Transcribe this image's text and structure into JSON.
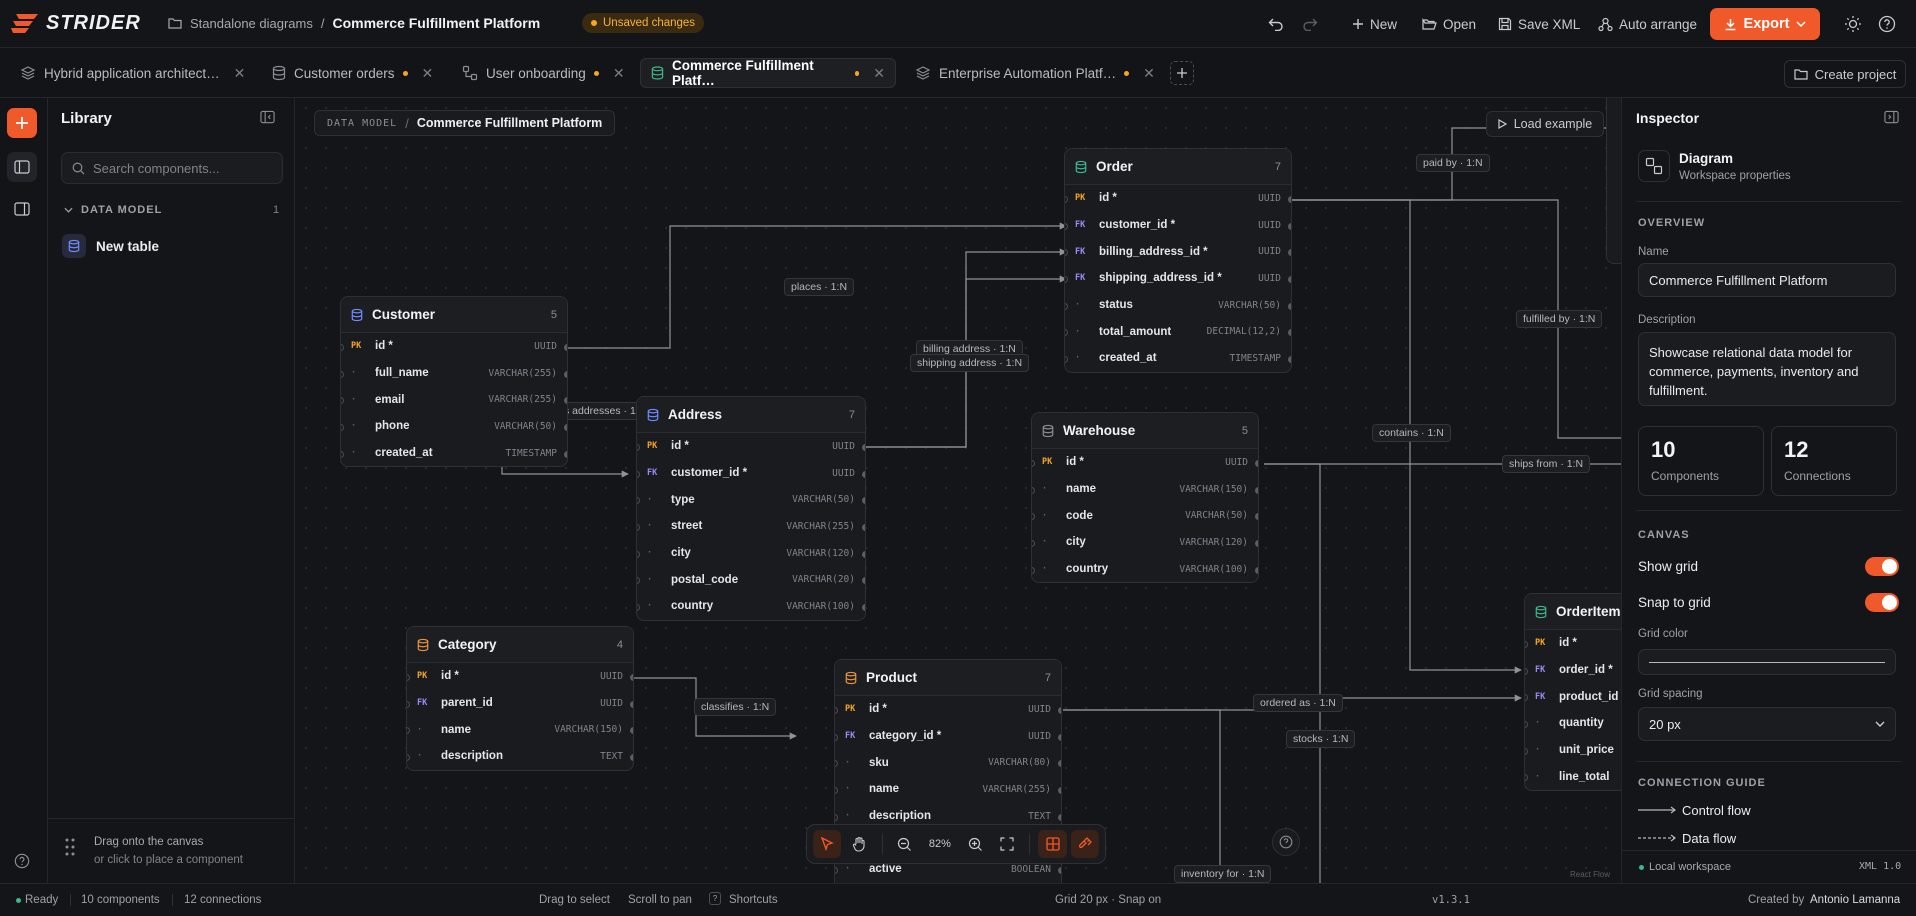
{
  "app": {
    "brand": "STRIDER",
    "breadcrumb_root": "Standalone diagrams",
    "breadcrumb_sep": "/",
    "project": "Commerce Fulfillment Platform",
    "unsaved": "Unsaved changes"
  },
  "toolbar": {
    "new": "New",
    "open": "Open",
    "save": "Save XML",
    "auto": "Auto arrange",
    "export": "Export"
  },
  "tabs": [
    {
      "label": "Hybrid application architect…"
    },
    {
      "label": "Customer orders"
    },
    {
      "label": "User onboarding"
    },
    {
      "label": "Commerce Fulfillment Platf…"
    },
    {
      "label": "Enterprise Automation Platf…"
    }
  ],
  "create_project": "Create project",
  "library": {
    "title": "Library",
    "search_placeholder": "Search components...",
    "section": "DATA MODEL",
    "section_count": "1",
    "item": "New table",
    "hint1": "Drag onto the canvas",
    "hint2": "or click to place a component"
  },
  "canvas": {
    "crumb_section": "DATA MODEL",
    "crumb_sep": "/",
    "crumb_title": "Commerce Fulfillment Platform",
    "load_example": "Load example",
    "zoom": "82%",
    "watermark": "React Flow"
  },
  "tables": {
    "customer": {
      "title": "Customer",
      "count": "5",
      "rows": [
        {
          "k": "PK",
          "f": "id *",
          "t": "UUID"
        },
        {
          "k": "·",
          "f": "full_name",
          "t": "VARCHAR(255)"
        },
        {
          "k": "·",
          "f": "email",
          "t": "VARCHAR(255)"
        },
        {
          "k": "·",
          "f": "phone",
          "t": "VARCHAR(50)"
        },
        {
          "k": "·",
          "f": "created_at",
          "t": "TIMESTAMP"
        }
      ]
    },
    "address": {
      "title": "Address",
      "count": "7",
      "rows": [
        {
          "k": "PK",
          "f": "id *",
          "t": "UUID"
        },
        {
          "k": "FK",
          "f": "customer_id *",
          "t": "UUID"
        },
        {
          "k": "·",
          "f": "type",
          "t": "VARCHAR(50)"
        },
        {
          "k": "·",
          "f": "street",
          "t": "VARCHAR(255)"
        },
        {
          "k": "·",
          "f": "city",
          "t": "VARCHAR(120)"
        },
        {
          "k": "·",
          "f": "postal_code",
          "t": "VARCHAR(20)"
        },
        {
          "k": "·",
          "f": "country",
          "t": "VARCHAR(100)"
        }
      ]
    },
    "order": {
      "title": "Order",
      "count": "7",
      "rows": [
        {
          "k": "PK",
          "f": "id *",
          "t": "UUID"
        },
        {
          "k": "FK",
          "f": "customer_id *",
          "t": "UUID"
        },
        {
          "k": "FK",
          "f": "billing_address_id *",
          "t": "UUID"
        },
        {
          "k": "FK",
          "f": "shipping_address_id *",
          "t": "UUID"
        },
        {
          "k": "·",
          "f": "status",
          "t": "VARCHAR(50)"
        },
        {
          "k": "·",
          "f": "total_amount",
          "t": "DECIMAL(12,2)"
        },
        {
          "k": "·",
          "f": "created_at",
          "t": "TIMESTAMP"
        }
      ]
    },
    "warehouse": {
      "title": "Warehouse",
      "count": "5",
      "rows": [
        {
          "k": "PK",
          "f": "id *",
          "t": "UUID"
        },
        {
          "k": "·",
          "f": "name",
          "t": "VARCHAR(150)"
        },
        {
          "k": "·",
          "f": "code",
          "t": "VARCHAR(50)"
        },
        {
          "k": "·",
          "f": "city",
          "t": "VARCHAR(120)"
        },
        {
          "k": "·",
          "f": "country",
          "t": "VARCHAR(100)"
        }
      ]
    },
    "category": {
      "title": "Category",
      "count": "4",
      "rows": [
        {
          "k": "PK",
          "f": "id *",
          "t": "UUID"
        },
        {
          "k": "FK",
          "f": "parent_id",
          "t": "UUID"
        },
        {
          "k": "·",
          "f": "name",
          "t": "VARCHAR(150)"
        },
        {
          "k": "·",
          "f": "description",
          "t": "TEXT"
        }
      ]
    },
    "product": {
      "title": "Product",
      "count": "7",
      "rows": [
        {
          "k": "PK",
          "f": "id *",
          "t": "UUID"
        },
        {
          "k": "FK",
          "f": "category_id *",
          "t": "UUID"
        },
        {
          "k": "·",
          "f": "sku",
          "t": "VARCHAR(80)"
        },
        {
          "k": "·",
          "f": "name",
          "t": "VARCHAR(255)"
        },
        {
          "k": "·",
          "f": "description",
          "t": "TEXT"
        },
        {
          "k": "·",
          "f": "",
          "t": ""
        },
        {
          "k": "·",
          "f": "active",
          "t": "BOOLEAN"
        }
      ]
    },
    "orderitem": {
      "title": "OrderItem",
      "count": "",
      "rows": [
        {
          "k": "PK",
          "f": "id *",
          "t": ""
        },
        {
          "k": "FK",
          "f": "order_id *",
          "t": ""
        },
        {
          "k": "FK",
          "f": "product_id *",
          "t": ""
        },
        {
          "k": "·",
          "f": "quantity",
          "t": ""
        },
        {
          "k": "·",
          "f": "unit_price",
          "t": ""
        },
        {
          "k": "·",
          "f": "line_total",
          "t": ""
        }
      ]
    }
  },
  "edges": {
    "places": "places · 1:N",
    "has_addresses": "s addresses · 1",
    "billing": "billing address · 1:N",
    "shipping": "shipping address · 1:N",
    "paid_by": "paid by · 1:N",
    "fulfilled": "fulfilled by · 1:N",
    "contains": "contains · 1:N",
    "ships_from": "ships from · 1:N",
    "classifies": "classifies · 1:N",
    "ordered_as": "ordered as · 1:N",
    "stocks": "stocks · 1:N",
    "inventory": "inventory for · 1:N"
  },
  "inspector": {
    "title": "Inspector",
    "kind": "Diagram",
    "kind_sub": "Workspace properties",
    "overview": "OVERVIEW",
    "name_label": "Name",
    "name_value": "Commerce Fulfillment Platform",
    "desc_label": "Description",
    "desc_value": "Showcase relational data model for commerce, payments, inventory and fulfillment.",
    "components_n": "10",
    "components_l": "Components",
    "connections_n": "12",
    "connections_l": "Connections",
    "canvas": "CANVAS",
    "show_grid": "Show grid",
    "snap": "Snap to grid",
    "grid_color": "Grid color",
    "grid_spacing": "Grid spacing",
    "grid_spacing_value": "20 px",
    "guide": "CONNECTION GUIDE",
    "control_flow": "Control flow",
    "data_flow": "Data flow",
    "workspace": "Local workspace",
    "xml": "XML 1.0"
  },
  "status": {
    "ready": "Ready",
    "components": "10 components",
    "connections": "12 connections",
    "drag": "Drag to select",
    "scroll": "Scroll to pan",
    "shortcuts": "Shortcuts",
    "grid": "Grid 20 px · Snap on",
    "version": "v1.3.1",
    "created": "Created by",
    "author": "Antonio Lamanna"
  },
  "colors": {
    "accent": "#f05a2a",
    "pk": "#f5a623",
    "fk": "#9b8cf5",
    "table_icon_blue": "#6f8cff",
    "table_icon_orange": "#e8953a",
    "table_icon_green": "#3fb68b"
  }
}
